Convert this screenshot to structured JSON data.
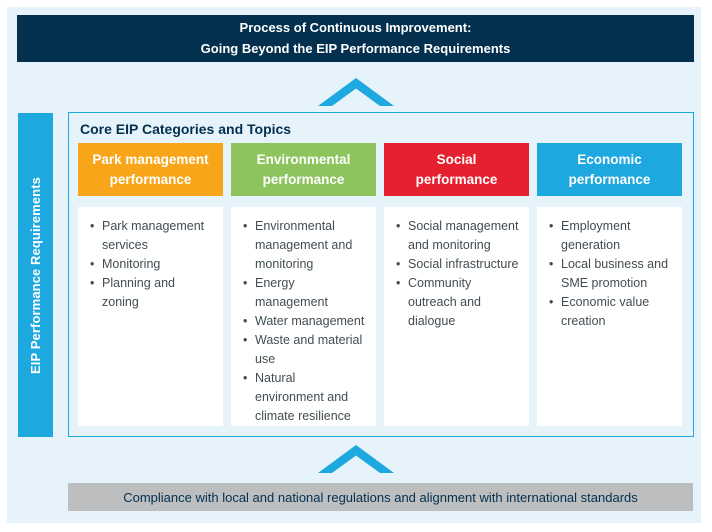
{
  "colors": {
    "bg": "#E6F3FB",
    "navy": "#03304F",
    "cyan": "#1EA8E0",
    "graybar": "#BDBEC0",
    "text": "#414D53",
    "orange": "#F9A51A",
    "green": "#8DC45E",
    "red": "#E6202F"
  },
  "banner": {
    "title": "Process of Continuous Improvement:\nGoing Beyond the EIP Performance Requirements"
  },
  "side_bar": {
    "label": "EIP Performance Requirements"
  },
  "main_box": {
    "title": "Core EIP Categories and Topics",
    "bullet": "•",
    "columns": [
      {
        "label": "Park management\nperformance",
        "color": "#F9A51A",
        "topics": [
          "Park management\nservices",
          "Monitoring",
          "Planning and\nzoning"
        ]
      },
      {
        "label": "Environmental\nperformance",
        "color": "#8DC45E",
        "topics": [
          "Environmental\nmanagement and\nmonitoring",
          "Energy\nmanagement",
          "Water management",
          "Waste and material\nuse",
          "Natural\nenvironment and\nclimate resilience"
        ]
      },
      {
        "label": "Social\nperformance",
        "color": "#E6202F",
        "topics": [
          "Social management\nand monitoring",
          "Social infrastructure",
          "Community\noutreach and\ndialogue"
        ]
      },
      {
        "label": "Economic\nperformance",
        "color": "#1EA8E0",
        "topics": [
          "Employment\ngeneration",
          "Local business and\nSME promotion",
          "Economic value\ncreation"
        ]
      }
    ]
  },
  "bottom_bar": {
    "text": "Compliance with local and national regulations and alignment with international standards"
  }
}
